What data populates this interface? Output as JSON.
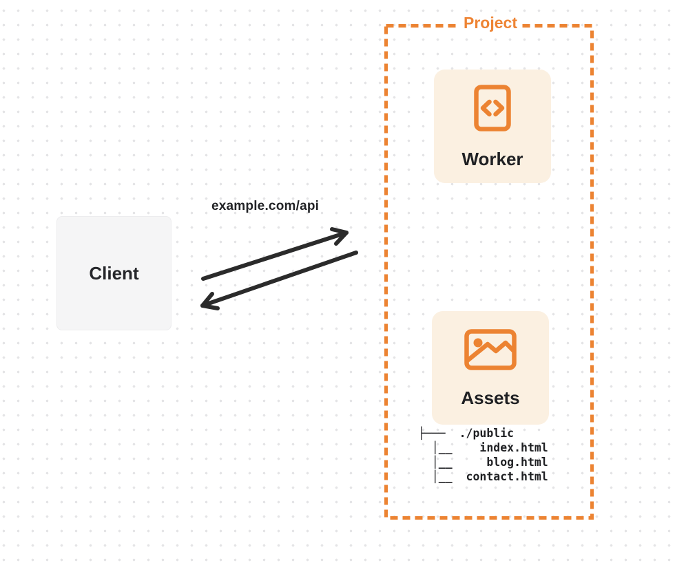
{
  "client": {
    "label": "Client"
  },
  "request": {
    "label": "example.com/api"
  },
  "project": {
    "label": "Project",
    "nodes": [
      {
        "label": "Worker",
        "icon": "code-icon"
      },
      {
        "label": "Assets",
        "icon": "image-icon"
      }
    ],
    "file_tree": "├───  ./public\n  │__    index.html\n  │__     blog.html\n  │__  contact.html",
    "file_tree_lines": [
      "./public",
      "index.html",
      "blog.html",
      "contact.html"
    ]
  },
  "arrows": [
    {
      "name": "request-arrow",
      "direction": "client-to-project"
    },
    {
      "name": "response-arrow",
      "direction": "project-to-client"
    }
  ],
  "colors": {
    "accent_orange": "#ec8332",
    "card_background": "#fbf0e1",
    "client_background": "#f5f5f6",
    "arrow": "#2b2b2b",
    "text_dark": "#1f2023",
    "dot_grid": "#e4e4e6",
    "page_background": "#ffffff"
  }
}
